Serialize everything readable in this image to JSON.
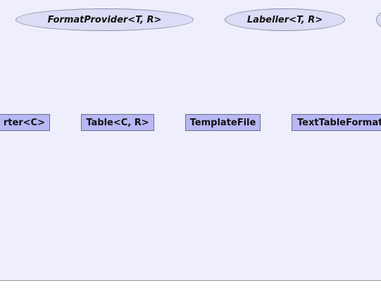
{
  "diagram": {
    "interfaces": [
      {
        "label": "FormatProvider<T, R>"
      },
      {
        "label": "Labeller<T, R>"
      },
      {
        "label": ""
      }
    ],
    "classes": [
      {
        "label": "rter<C>"
      },
      {
        "label": "Table<C, R>"
      },
      {
        "label": "TemplateFile"
      },
      {
        "label": "TextTableFormat"
      }
    ]
  },
  "colors": {
    "background": "#eeeefc",
    "interface_fill": "#dcdcf6",
    "class_fill": "#b8b8f4",
    "border": "#6b6b8e"
  }
}
